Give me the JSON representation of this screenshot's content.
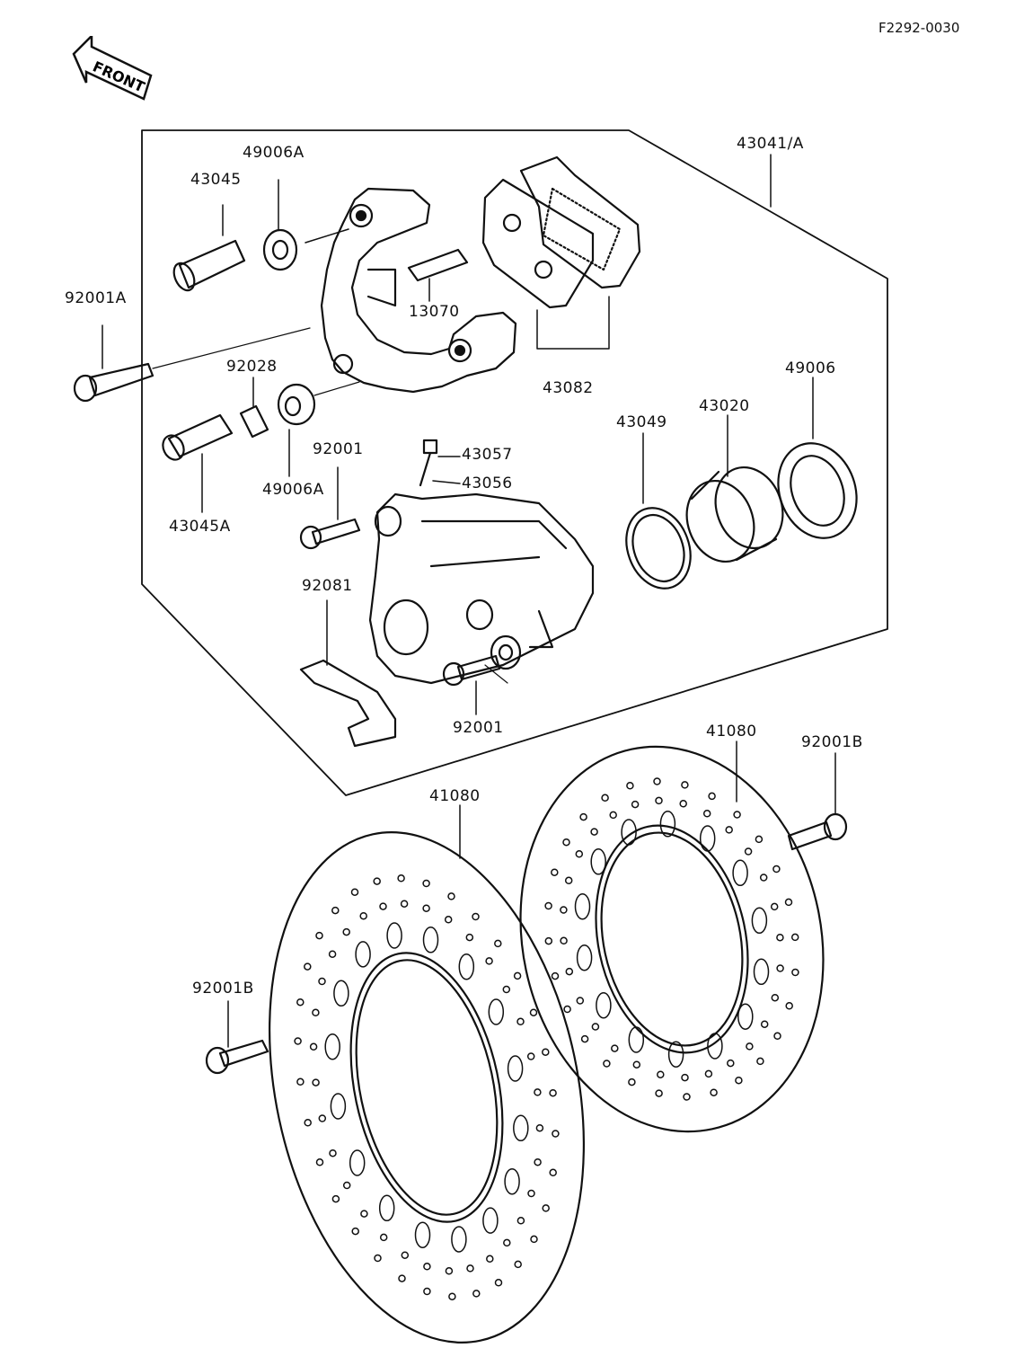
{
  "diagram_code": "F2292-0030",
  "front_label": "FRONT",
  "parts": {
    "p43041A": "43041/A",
    "p49006A_top": "49006A",
    "p43045": "43045",
    "p92001A": "92001A",
    "p13070": "13070",
    "p43082": "43082",
    "p49006": "49006",
    "p43020": "43020",
    "p43049": "43049",
    "p92028": "92028",
    "p92001_upper": "92001",
    "p43057": "43057",
    "p43056": "43056",
    "p49006A_bottom": "49006A",
    "p43045A": "43045A",
    "p92081": "92081",
    "p92001_lower": "92001",
    "p41080_right": "41080",
    "p92001B_right": "92001B",
    "p41080_left": "41080",
    "p92001B_left": "92001B"
  }
}
